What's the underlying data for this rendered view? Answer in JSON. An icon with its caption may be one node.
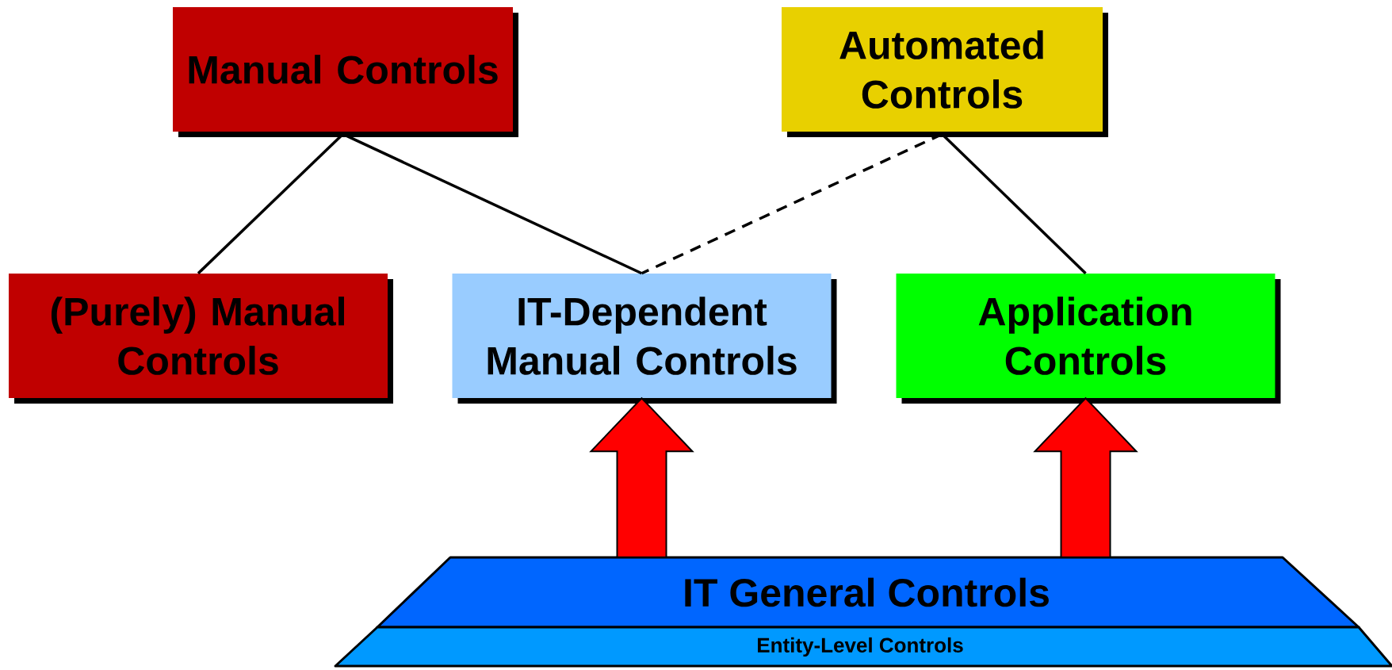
{
  "diagram": {
    "nodes": [
      {
        "text": [
          "Manual Controls"
        ]
      },
      {
        "text": [
          "Automated Controls"
        ]
      },
      {
        "text": [
          "(Purely) Manual Controls"
        ]
      },
      {
        "text": [
          "IT-Dependent Manual Controls"
        ]
      },
      {
        "text": [
          "Application Controls"
        ]
      },
      {
        "text": [
          "IT General Controls"
        ]
      },
      {
        "text": [
          "Entity-Level Controls"
        ]
      }
    ],
    "edges": [
      {
        "from": 0,
        "to": 2,
        "arrow": "none"
      },
      {
        "from": 0,
        "to": 3,
        "arrow": "none"
      },
      {
        "from": 1,
        "to": 3,
        "arrow": "none",
        "style": "dashed"
      },
      {
        "from": 1,
        "to": 4,
        "arrow": "none"
      },
      {
        "from": 5,
        "to": 3,
        "arrow": "to",
        "style": "thick",
        "color": "#ff0000"
      },
      {
        "from": 5,
        "to": 4,
        "arrow": "to",
        "style": "thick",
        "color": "#ff0000"
      }
    ]
  }
}
